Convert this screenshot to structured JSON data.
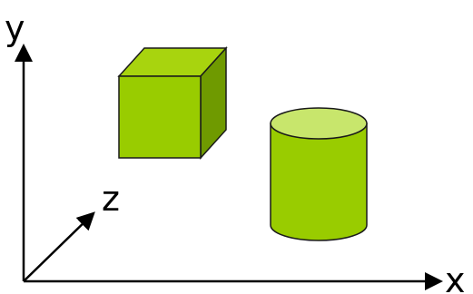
{
  "axes": {
    "x_label": "x",
    "y_label": "y",
    "z_label": "z"
  },
  "colors": {
    "axis": "#000000",
    "cube_front": "#99cc00",
    "cube_top": "#a8d40e",
    "cube_side": "#6f9a00",
    "cylinder_body": "#99cc00",
    "cylinder_top": "#c8e66c",
    "outline": "#1a1a1a"
  }
}
